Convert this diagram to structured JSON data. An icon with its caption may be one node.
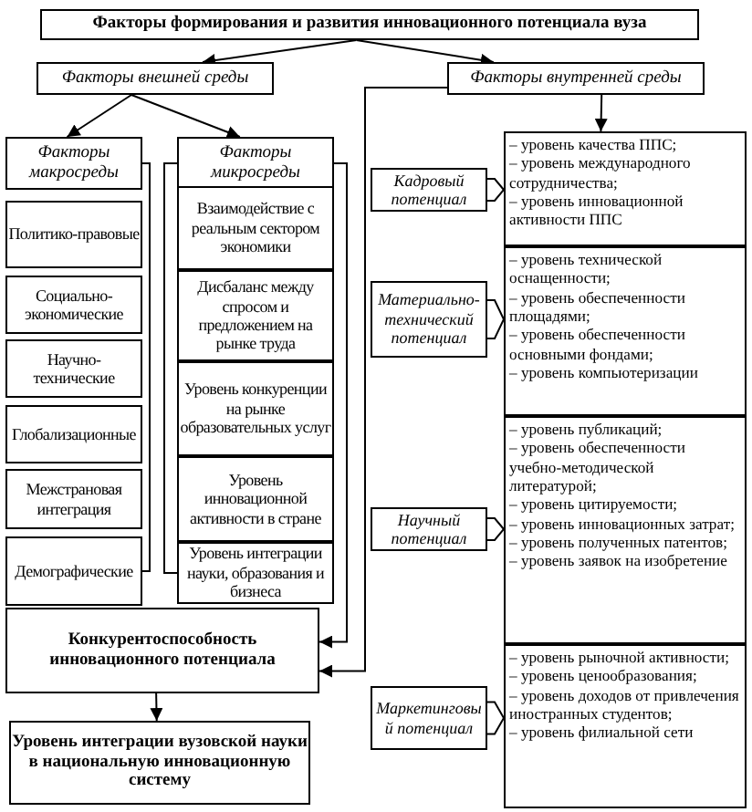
{
  "diagram": {
    "nodes": [
      {
        "text": [
          "Факторы формирования и развития инновационного потенциала вуза"
        ]
      },
      {
        "text": [
          "Факторы внешней среды"
        ]
      },
      {
        "text": [
          "Факторы внутренней среды"
        ]
      },
      {
        "text": [
          "Факторы макросреды"
        ]
      },
      {
        "text": [
          "Факторы микросреды"
        ]
      },
      {
        "text": [
          "Политико-правовые"
        ]
      },
      {
        "text": [
          "Социально-экономические"
        ]
      },
      {
        "text": [
          "Научно-технические"
        ]
      },
      {
        "text": [
          "Глобализационные"
        ]
      },
      {
        "text": [
          "Межстрановая интеграция"
        ]
      },
      {
        "text": [
          "Демографические"
        ]
      },
      {
        "text": [
          "Взаимодействие с реальным сектором экономики"
        ]
      },
      {
        "text": [
          "Дисбаланс между спросом и предложением на рынке труда"
        ]
      },
      {
        "text": [
          "Уровень конкуренции на рынке образовательных услуг"
        ]
      },
      {
        "text": [
          "Уровень инновационной активности в стране"
        ]
      },
      {
        "text": [
          "Уровень интеграции науки, образования и бизнеса"
        ]
      },
      {
        "text": [
          "Конкурентоспособность инновационного потенциала"
        ]
      },
      {
        "text": [
          "Уровень интеграции вузовской науки в национальную инновационную систему"
        ]
      },
      {
        "text": [
          "Кадровый потенциал"
        ]
      },
      {
        "text": [
          "– уровень качества ППС;",
          "– уровень международного сотрудничества;",
          "– уровень инновационной активности ППС"
        ]
      },
      {
        "text": [
          "Материально-технический потенциал"
        ]
      },
      {
        "text": [
          "– уровень технической оснащенности;",
          "– уровень обеспеченности площадями;",
          "– уровень обеспеченности основными фондами;",
          "– уровень компьютеризации"
        ]
      },
      {
        "text": [
          "Научный потенциал"
        ]
      },
      {
        "text": [
          "– уровень публикаций;",
          "– уровень обеспеченности учебно-методической литературой;",
          "– уровень цитируемости;",
          "– уровень инновационных затрат;",
          "– уровень полученных патентов;",
          "– уровень заявок на изобретение"
        ]
      },
      {
        "text": [
          "Маркетинговый потенциал"
        ]
      },
      {
        "text": [
          "– уровень рыночной активности;",
          "– уровень ценообразования;",
          "– уровень доходов от привлечения иностранных студентов;",
          "– уровень филиальной сети"
        ]
      }
    ],
    "edges": [
      {
        "from": 0,
        "to": 1,
        "arrow": "to"
      },
      {
        "from": 0,
        "to": 2,
        "arrow": "to"
      },
      {
        "from": 1,
        "to": 3,
        "arrow": "to"
      },
      {
        "from": 1,
        "to": 4,
        "arrow": "to"
      },
      {
        "from": 3,
        "to": 10,
        "arrow": "none"
      },
      {
        "from": 4,
        "to": 15,
        "arrow": "none"
      },
      {
        "from": 4,
        "to": 16,
        "arrow": "to"
      },
      {
        "from": 2,
        "to": 16,
        "arrow": "to"
      },
      {
        "from": 16,
        "to": 17,
        "arrow": "to"
      },
      {
        "from": 2,
        "to": 19,
        "arrow": "to"
      },
      {
        "from": 18,
        "to": 19,
        "arrow": "other"
      },
      {
        "from": 20,
        "to": 21,
        "arrow": "other"
      },
      {
        "from": 22,
        "to": 23,
        "arrow": "other"
      },
      {
        "from": 24,
        "to": 25,
        "arrow": "other"
      }
    ]
  }
}
